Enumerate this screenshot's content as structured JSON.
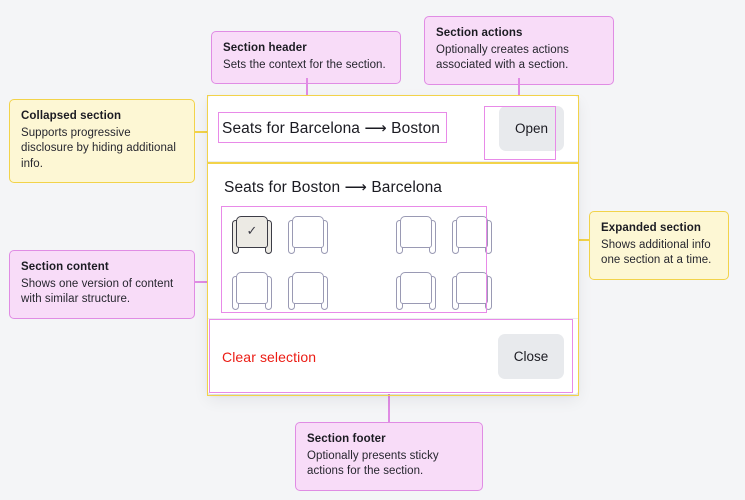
{
  "page": {
    "background_color": "#f4f5f7"
  },
  "colors": {
    "pink_fill": "#f8dcf8",
    "pink_border": "#e08ce4",
    "yellow_fill": "#fdf7d4",
    "yellow_border": "#f2d34a",
    "button_bg": "#e8eaed",
    "danger_text": "#eb1c14",
    "seat_outline": "#9a9ab4",
    "seat_selected_outline": "#3c3c46"
  },
  "annotations": [
    {
      "id": "section-header",
      "style": "pink",
      "title": "Section header",
      "body": "Sets the context for the section."
    },
    {
      "id": "section-actions",
      "style": "pink",
      "title": "Section actions",
      "body": "Optionally creates actions associated with a section."
    },
    {
      "id": "collapsed-section",
      "style": "yellow",
      "title": "Collapsed section",
      "body": "Supports progressive disclosure by hiding additional info."
    },
    {
      "id": "expanded-section",
      "style": "yellow",
      "title": "Expanded section",
      "body": "Shows additional info one section at a time."
    },
    {
      "id": "section-content",
      "style": "pink",
      "title": "Section content",
      "body": "Shows one version of content with similar structure."
    },
    {
      "id": "section-footer",
      "style": "pink",
      "title": "Section footer",
      "body": "Optionally presents sticky actions for the section."
    }
  ],
  "card": {
    "collapsed_section": {
      "title": "Seats for Barcelona ⟶ Boston",
      "action_label": "Open"
    },
    "expanded_section": {
      "title": "Seats for Boston ⟶ Barcelona",
      "seats": [
        {
          "id": "seat-1a",
          "selected": true,
          "icon": "seat-icon",
          "check": "✓"
        },
        {
          "id": "seat-1b",
          "selected": false,
          "icon": "seat-icon",
          "check": ""
        },
        {
          "id": "seat-1c",
          "selected": false,
          "icon": "seat-icon",
          "check": ""
        },
        {
          "id": "seat-1d",
          "selected": false,
          "icon": "seat-icon",
          "check": ""
        },
        {
          "id": "seat-2a",
          "selected": false,
          "icon": "seat-icon",
          "check": ""
        },
        {
          "id": "seat-2b",
          "selected": false,
          "icon": "seat-icon",
          "check": ""
        },
        {
          "id": "seat-2c",
          "selected": false,
          "icon": "seat-icon",
          "check": ""
        },
        {
          "id": "seat-2d",
          "selected": false,
          "icon": "seat-icon",
          "check": ""
        }
      ]
    },
    "footer": {
      "clear_label": "Clear selection",
      "close_label": "Close"
    }
  }
}
